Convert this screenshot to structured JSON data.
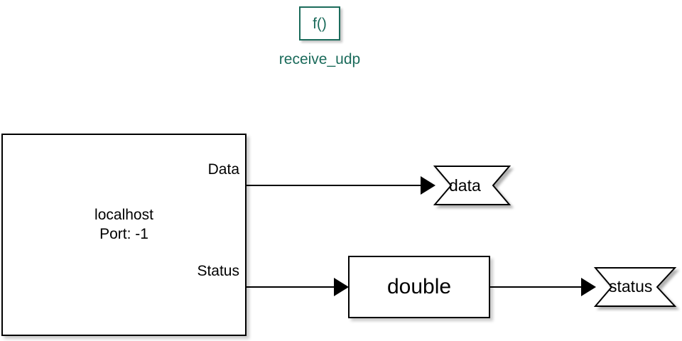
{
  "diagram": {
    "title": "receive_udp",
    "background_color": "#ffffff",
    "accent_color": "#1b6b5b",
    "line_color": "#000000"
  },
  "function_block": {
    "glyph": "f()",
    "label": "receive_udp",
    "color": "#1b6b5b"
  },
  "udp_block": {
    "host": "localhost",
    "port_text": "Port: -1",
    "ports": {
      "data": "Data",
      "status": "Status"
    }
  },
  "convert_block": {
    "label": "double"
  },
  "outports": [
    {
      "name": "data"
    },
    {
      "name": "status"
    }
  ],
  "signals": [
    {
      "from": "Data",
      "to": "data"
    },
    {
      "from": "Status",
      "to": "double"
    },
    {
      "from": "double",
      "to": "status"
    }
  ]
}
